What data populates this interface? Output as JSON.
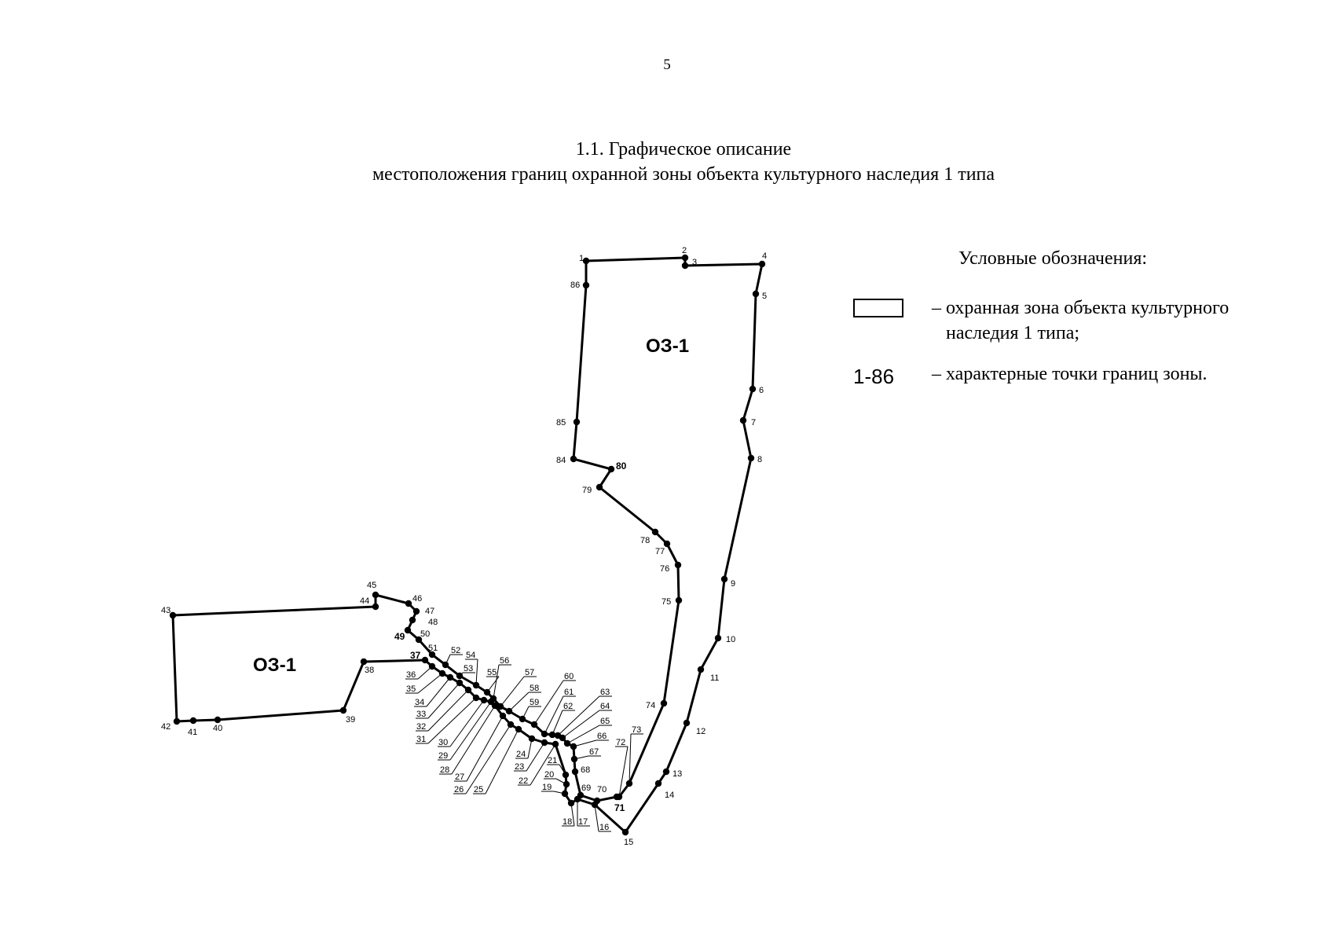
{
  "page_number": "5",
  "title": {
    "line1": "1.1. Графическое описание",
    "line2": "местоположения границ охранной зоны объекта культурного наследия 1 типа"
  },
  "zone_labels": [
    "ОЗ-1",
    "ОЗ-1"
  ],
  "legend": {
    "title": "Условные обозначения:",
    "zone_line1": "– охранная зона объекта культурного",
    "zone_line2": "наследия 1 типа;",
    "points_code": "1-86",
    "points_text": "– характерные точки границ зоны."
  },
  "map": {
    "point_labels": [
      "1",
      "2",
      "3",
      "4",
      "5",
      "6",
      "7",
      "8",
      "9",
      "10",
      "11",
      "12",
      "13",
      "14",
      "15",
      "16",
      "17",
      "18",
      "19",
      "20",
      "21",
      "22",
      "23",
      "24",
      "25",
      "26",
      "27",
      "28",
      "29",
      "30",
      "31",
      "32",
      "33",
      "34",
      "35",
      "36",
      "37",
      "38",
      "39",
      "40",
      "41",
      "42",
      "43",
      "44",
      "45",
      "46",
      "47",
      "48",
      "49",
      "50",
      "51",
      "52",
      "53",
      "54",
      "55",
      "56",
      "57",
      "58",
      "59",
      "60",
      "61",
      "62",
      "63",
      "64",
      "65",
      "66",
      "67",
      "68",
      "69",
      "70",
      "71",
      "72",
      "73",
      "74",
      "75",
      "76",
      "77",
      "78",
      "79",
      "80",
      "84",
      "85",
      "86"
    ]
  }
}
